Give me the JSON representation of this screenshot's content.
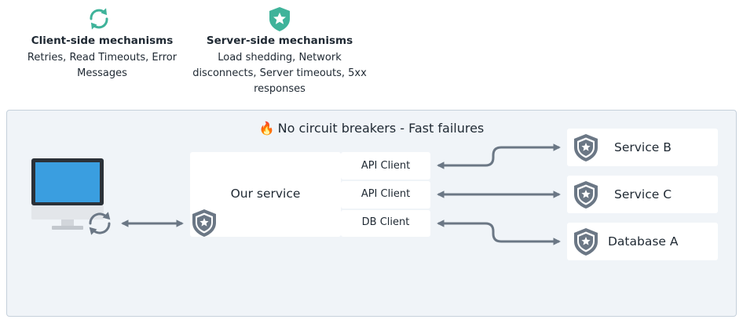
{
  "legend": {
    "client": {
      "icon": "refresh-icon",
      "title": "Client-side mechanisms",
      "desc_line1": "Retries, Read Timeouts, Error",
      "desc_line2": "Messages"
    },
    "server": {
      "icon": "shield-star-icon",
      "title": "Server-side mechanisms",
      "desc_line1": "Load shedding, Network",
      "desc_line2": "disconnects, Server timeouts, 5xx",
      "desc_line3": "responses"
    }
  },
  "panel": {
    "title_icon": "fire-emoji",
    "title": "No circuit breakers - Fast failures"
  },
  "our_service": {
    "label": "Our service",
    "clients": [
      "API Client",
      "API Client",
      "DB Client"
    ]
  },
  "services": [
    "Service B",
    "Service C",
    "Database A"
  ],
  "colors": {
    "accent_teal": "#3fb39a",
    "shield_gray": "#6b7785",
    "arrow_gray": "#6b7785",
    "monitor_blue": "#3a9ee0",
    "panel_bg": "#f0f4f8"
  }
}
